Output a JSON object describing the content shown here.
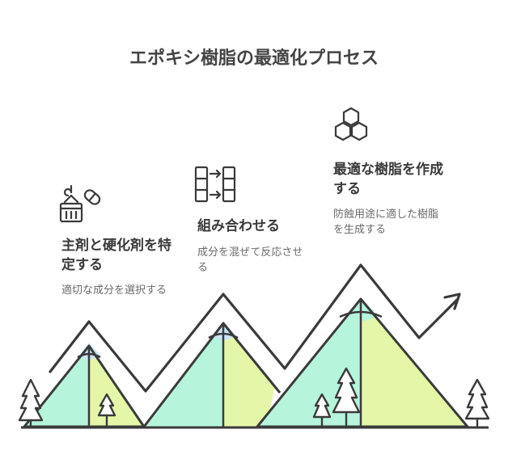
{
  "title": "エポキシ樹脂の最適化プロセス",
  "steps": [
    {
      "title": "主剤と硬化剤を特定する",
      "description": "適切な成分を選択する",
      "icon": "crane-capsule-icon"
    },
    {
      "title": "組み合わせる",
      "description": "成分を混ぜて反応させる",
      "icon": "combine-blocks-icon"
    },
    {
      "title": "最適な樹脂を作成する",
      "description": "防蝕用途に適した樹脂を生成する",
      "icon": "hexagon-cluster-icon"
    }
  ],
  "colors": {
    "outline": "#3a3a3a",
    "mint": "#b6f5dc",
    "lime": "#e4f7a8",
    "blue": "#c9e4f7"
  }
}
